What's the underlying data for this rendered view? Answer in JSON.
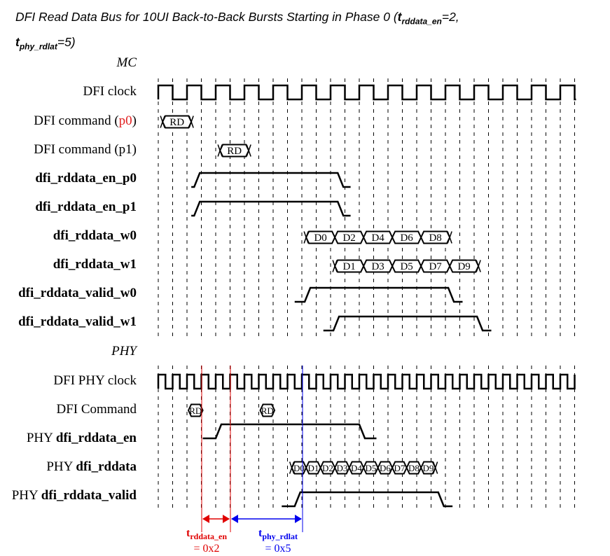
{
  "title": {
    "prefix": "DFI Read Data Bus for 10UI Back-to-Back Bursts Starting in Phase 0 (",
    "t1_main": "t",
    "t1_sub": "rddata_en",
    "t1_val": "=2,",
    "t2_main": "t",
    "t2_sub": "phy_rdlat",
    "t2_val": "=5)"
  },
  "sections": {
    "mc": "MC",
    "phy": "PHY"
  },
  "mc_signals": {
    "dfi_clock": "DFI clock",
    "cmd_p0_prefix": "DFI command (",
    "cmd_p0_phase": "p0",
    "cmd_p0_suffix": ")",
    "cmd_p1": "DFI command (p1)",
    "rddata_en_p0": "dfi_rddata_en_p0",
    "rddata_en_p1": "dfi_rddata_en_p1",
    "rddata_w0": "dfi_rddata_w0",
    "rddata_w1": "dfi_rddata_w1",
    "rddata_valid_w0": "dfi_rddata_valid_w0",
    "rddata_valid_w1": "dfi_rddata_valid_w1"
  },
  "phy_signals": {
    "phy_clock": "DFI PHY clock",
    "command": "DFI Command",
    "rddata_en_prefix": "PHY ",
    "rddata_en_bold": "dfi_rddata_en",
    "rddata_prefix": "PHY ",
    "rddata_bold": "dfi_rddata",
    "rddata_valid_prefix": "PHY ",
    "rddata_valid_bold": "dfi_rddata_valid"
  },
  "command_label": "RD",
  "w0_data": [
    "D0",
    "D2",
    "D4",
    "D6",
    "D8"
  ],
  "w1_data": [
    "D1",
    "D3",
    "D5",
    "D7",
    "D9"
  ],
  "phy_data": [
    "D0",
    "D1",
    "D2",
    "D3",
    "D4",
    "D5",
    "D6",
    "D7",
    "D8",
    "D9"
  ],
  "annotations": {
    "trddata_main": "t",
    "trddata_sub": "rddata_en",
    "trddata_val": "= 0x2",
    "tphy_main": "t",
    "tphy_sub": "phy_rdlat",
    "tphy_val": "= 0x5"
  },
  "colors": {
    "phase_highlight": "#e02020",
    "trddata_marker": "#e00000",
    "tphy_marker": "#0000ee"
  }
}
